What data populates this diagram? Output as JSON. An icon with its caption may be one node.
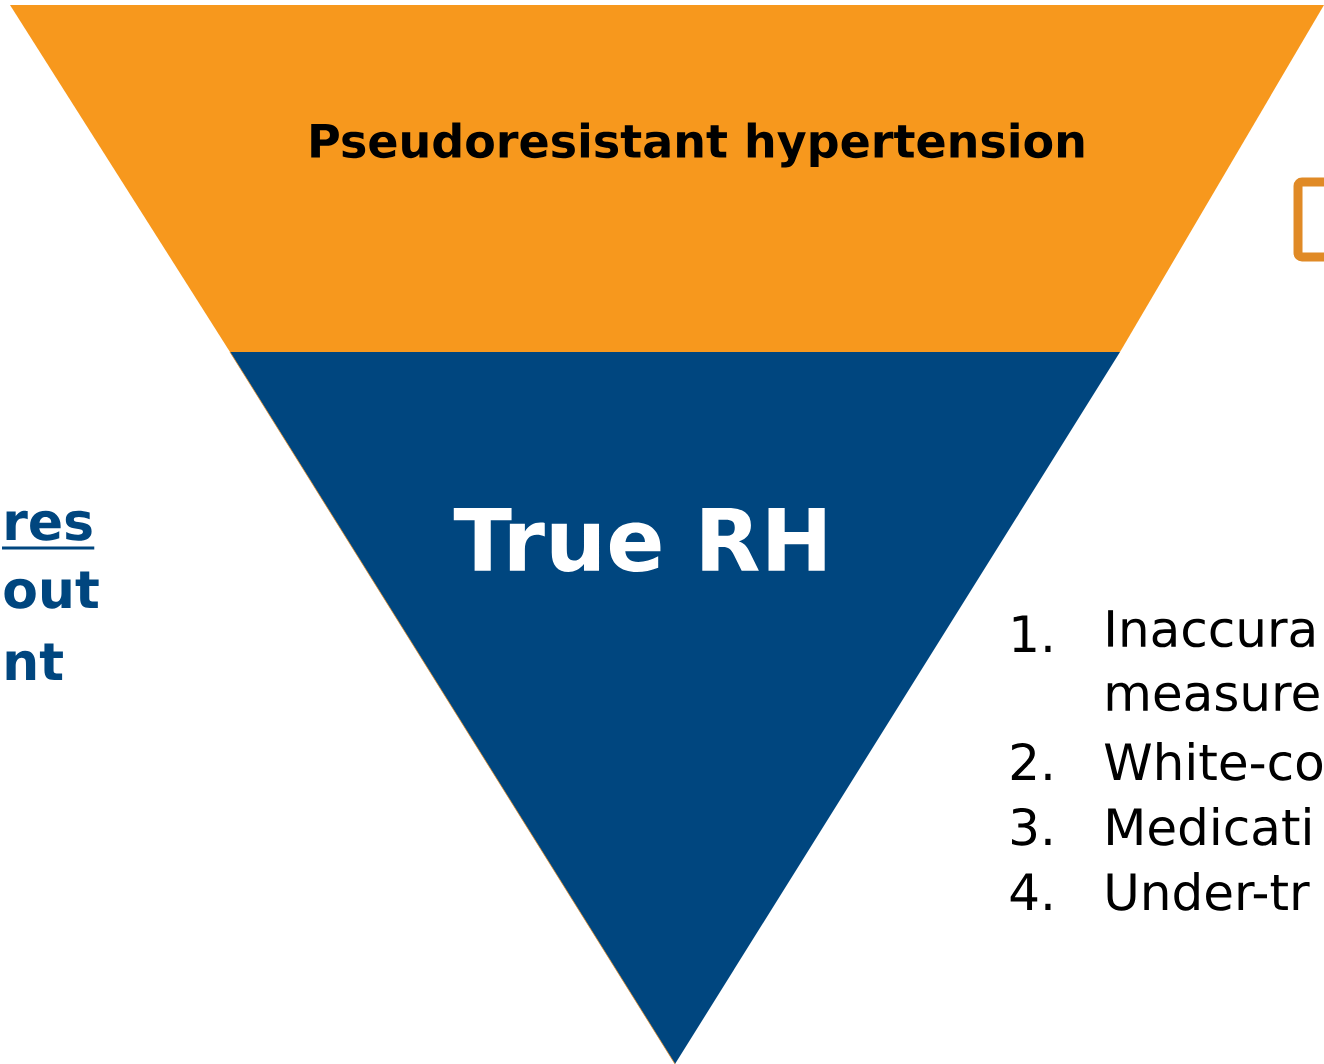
{
  "diagram": {
    "nodes": [
      {
        "text": [
          "Pseudoresistant hypertension"
        ]
      },
      {
        "text": [
          "True RH"
        ]
      }
    ],
    "labels": [
      "res",
      "out",
      "nt",
      "1.",
      "Inaccura measure",
      "2.",
      "White-co",
      "3.",
      "Medicati",
      "4.",
      "Under-tr"
    ]
  }
}
